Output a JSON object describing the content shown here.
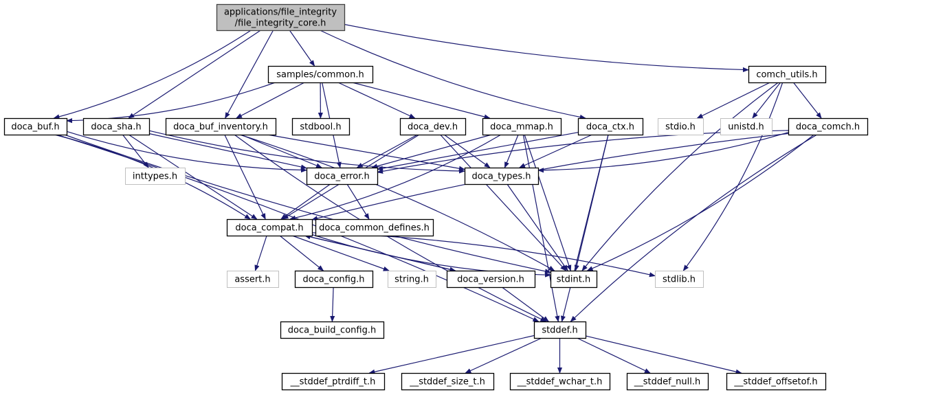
{
  "diagram": {
    "type": "include-dependency-graph",
    "colors": {
      "edge": "#191970",
      "root_fill": "#bfbfbf",
      "root_border": "#404040",
      "node_border": "#000000",
      "system_border": "#bfbfbf",
      "node_fill": "#ffffff"
    },
    "nodes": [
      {
        "id": "root",
        "label_lines": [
          "applications/file_integrity",
          "/file_integrity_core.h"
        ],
        "kind": "root"
      },
      {
        "id": "common",
        "label_lines": [
          "samples/common.h"
        ],
        "kind": "doc"
      },
      {
        "id": "comch_utils",
        "label_lines": [
          "comch_utils.h"
        ],
        "kind": "doc"
      },
      {
        "id": "doca_buf",
        "label_lines": [
          "doca_buf.h"
        ],
        "kind": "doc"
      },
      {
        "id": "doca_sha",
        "label_lines": [
          "doca_sha.h"
        ],
        "kind": "doc"
      },
      {
        "id": "doca_buf_inventory",
        "label_lines": [
          "doca_buf_inventory.h"
        ],
        "kind": "doc"
      },
      {
        "id": "stdbool",
        "label_lines": [
          "stdbool.h"
        ],
        "kind": "doc"
      },
      {
        "id": "doca_dev",
        "label_lines": [
          "doca_dev.h"
        ],
        "kind": "doc"
      },
      {
        "id": "doca_mmap",
        "label_lines": [
          "doca_mmap.h"
        ],
        "kind": "doc"
      },
      {
        "id": "doca_ctx",
        "label_lines": [
          "doca_ctx.h"
        ],
        "kind": "doc"
      },
      {
        "id": "stdio",
        "label_lines": [
          "stdio.h"
        ],
        "kind": "system"
      },
      {
        "id": "unistd",
        "label_lines": [
          "unistd.h"
        ],
        "kind": "system"
      },
      {
        "id": "doca_comch",
        "label_lines": [
          "doca_comch.h"
        ],
        "kind": "doc"
      },
      {
        "id": "inttypes",
        "label_lines": [
          "inttypes.h"
        ],
        "kind": "system"
      },
      {
        "id": "doca_error",
        "label_lines": [
          "doca_error.h"
        ],
        "kind": "doc"
      },
      {
        "id": "doca_types",
        "label_lines": [
          "doca_types.h"
        ],
        "kind": "doc"
      },
      {
        "id": "doca_compat",
        "label_lines": [
          "doca_compat.h"
        ],
        "kind": "doc"
      },
      {
        "id": "doca_common_defines",
        "label_lines": [
          "doca_common_defines.h"
        ],
        "kind": "doc"
      },
      {
        "id": "assert",
        "label_lines": [
          "assert.h"
        ],
        "kind": "system"
      },
      {
        "id": "doca_config",
        "label_lines": [
          "doca_config.h"
        ],
        "kind": "doc"
      },
      {
        "id": "string",
        "label_lines": [
          "string.h"
        ],
        "kind": "system"
      },
      {
        "id": "doca_version",
        "label_lines": [
          "doca_version.h"
        ],
        "kind": "doc"
      },
      {
        "id": "stdint",
        "label_lines": [
          "stdint.h"
        ],
        "kind": "doc"
      },
      {
        "id": "stdlib",
        "label_lines": [
          "stdlib.h"
        ],
        "kind": "system"
      },
      {
        "id": "doca_build_config",
        "label_lines": [
          "doca_build_config.h"
        ],
        "kind": "doc"
      },
      {
        "id": "stddef",
        "label_lines": [
          "stddef.h"
        ],
        "kind": "doc"
      },
      {
        "id": "ptrdiff",
        "label_lines": [
          "__stddef_ptrdiff_t.h"
        ],
        "kind": "doc"
      },
      {
        "id": "size_t",
        "label_lines": [
          "__stddef_size_t.h"
        ],
        "kind": "doc"
      },
      {
        "id": "wchar_t",
        "label_lines": [
          "__stddef_wchar_t.h"
        ],
        "kind": "doc"
      },
      {
        "id": "null",
        "label_lines": [
          "__stddef_null.h"
        ],
        "kind": "doc"
      },
      {
        "id": "offsetof",
        "label_lines": [
          "__stddef_offsetof.h"
        ],
        "kind": "doc"
      }
    ],
    "edges": [
      [
        "root",
        "common"
      ],
      [
        "root",
        "comch_utils"
      ],
      [
        "root",
        "doca_buf"
      ],
      [
        "root",
        "doca_sha"
      ],
      [
        "root",
        "doca_buf_inventory"
      ],
      [
        "root",
        "doca_ctx"
      ],
      [
        "common",
        "doca_buf"
      ],
      [
        "common",
        "doca_buf_inventory"
      ],
      [
        "common",
        "stdbool"
      ],
      [
        "common",
        "doca_dev"
      ],
      [
        "common",
        "doca_mmap"
      ],
      [
        "common",
        "doca_error"
      ],
      [
        "comch_utils",
        "stdio"
      ],
      [
        "comch_utils",
        "unistd"
      ],
      [
        "comch_utils",
        "doca_comch"
      ],
      [
        "comch_utils",
        "stdint"
      ],
      [
        "comch_utils",
        "stdlib"
      ],
      [
        "doca_buf",
        "doca_error"
      ],
      [
        "doca_buf",
        "doca_compat"
      ],
      [
        "doca_buf",
        "stdint"
      ],
      [
        "doca_buf",
        "stddef"
      ],
      [
        "doca_sha",
        "inttypes"
      ],
      [
        "doca_sha",
        "doca_error"
      ],
      [
        "doca_sha",
        "doca_types"
      ],
      [
        "doca_sha",
        "doca_compat"
      ],
      [
        "doca_buf_inventory",
        "doca_error"
      ],
      [
        "doca_buf_inventory",
        "doca_types"
      ],
      [
        "doca_buf_inventory",
        "doca_compat"
      ],
      [
        "doca_buf_inventory",
        "stdint"
      ],
      [
        "doca_buf_inventory",
        "stddef"
      ],
      [
        "doca_dev",
        "doca_error"
      ],
      [
        "doca_dev",
        "doca_types"
      ],
      [
        "doca_dev",
        "doca_compat"
      ],
      [
        "doca_dev",
        "stdint"
      ],
      [
        "doca_mmap",
        "doca_error"
      ],
      [
        "doca_mmap",
        "doca_types"
      ],
      [
        "doca_mmap",
        "doca_compat"
      ],
      [
        "doca_mmap",
        "stdint"
      ],
      [
        "doca_mmap",
        "stddef"
      ],
      [
        "doca_ctx",
        "doca_error"
      ],
      [
        "doca_ctx",
        "doca_types"
      ],
      [
        "doca_ctx",
        "stdint"
      ],
      [
        "doca_ctx",
        "stddef"
      ],
      [
        "doca_comch",
        "doca_error"
      ],
      [
        "doca_comch",
        "doca_types"
      ],
      [
        "doca_comch",
        "doca_compat"
      ],
      [
        "doca_comch",
        "stdint"
      ],
      [
        "doca_comch",
        "stddef"
      ],
      [
        "doca_error",
        "doca_compat"
      ],
      [
        "doca_error",
        "doca_common_defines"
      ],
      [
        "doca_types",
        "stdint"
      ],
      [
        "doca_compat",
        "assert"
      ],
      [
        "doca_compat",
        "doca_config"
      ],
      [
        "doca_compat",
        "string"
      ],
      [
        "doca_compat",
        "doca_version"
      ],
      [
        "doca_compat",
        "stdint"
      ],
      [
        "doca_compat",
        "stdlib"
      ],
      [
        "doca_version",
        "doca_compat"
      ],
      [
        "doca_version",
        "stddef"
      ],
      [
        "doca_config",
        "doca_build_config"
      ],
      [
        "stddef",
        "ptrdiff"
      ],
      [
        "stddef",
        "size_t"
      ],
      [
        "stddef",
        "wchar_t"
      ],
      [
        "stddef",
        "null"
      ],
      [
        "stddef",
        "offsetof"
      ]
    ]
  }
}
